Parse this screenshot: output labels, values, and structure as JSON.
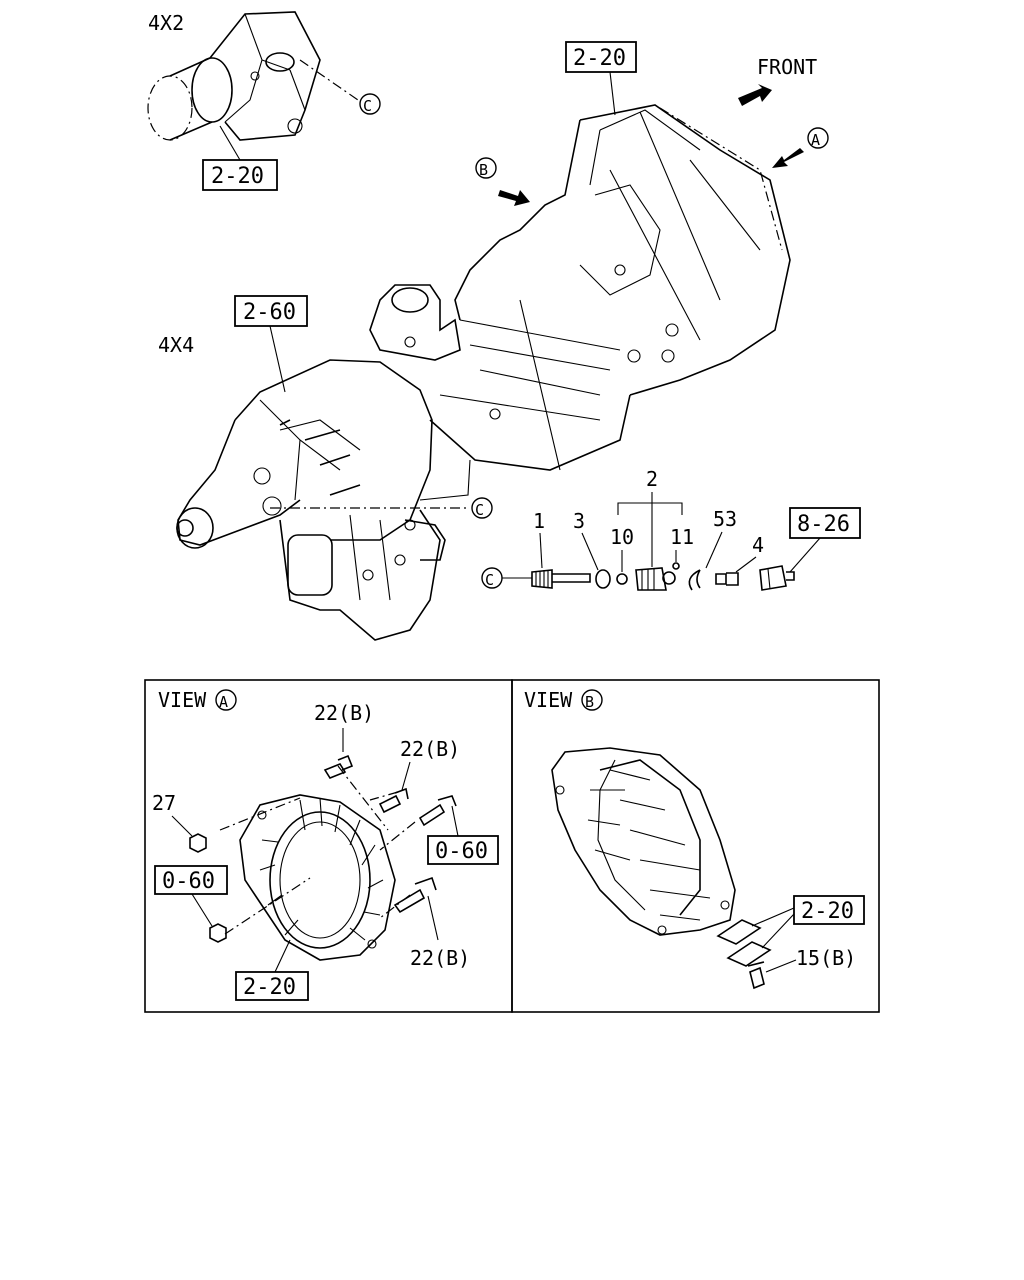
{
  "variants": {
    "v4x2": "4X2",
    "v4x4": "4X4"
  },
  "front_label": "FRONT",
  "view_markers": {
    "a": "A",
    "b": "B",
    "c": "C"
  },
  "refs": {
    "top_2_20_main": "2-20",
    "top_2_20_4x2": "2-20",
    "top_2_60": "2-60",
    "top_8_26": "8-26",
    "va_0_60_right": "0-60",
    "va_0_60_left": "0-60",
    "va_2_20": "2-20",
    "vb_2_20": "2-20"
  },
  "parts": {
    "p1": "1",
    "p3": "3",
    "p2": "2",
    "p10": "10",
    "p11": "11",
    "p53": "53",
    "p4": "4"
  },
  "view_a": {
    "title": "VIEW",
    "marker": "A",
    "callouts": {
      "b22_top": "22(B)",
      "b22_mid": "22(B)",
      "n27": "27",
      "b22_bottom": "22(B)"
    }
  },
  "view_b": {
    "title": "VIEW",
    "marker": "B",
    "callouts": {
      "b15": "15(B)"
    }
  }
}
